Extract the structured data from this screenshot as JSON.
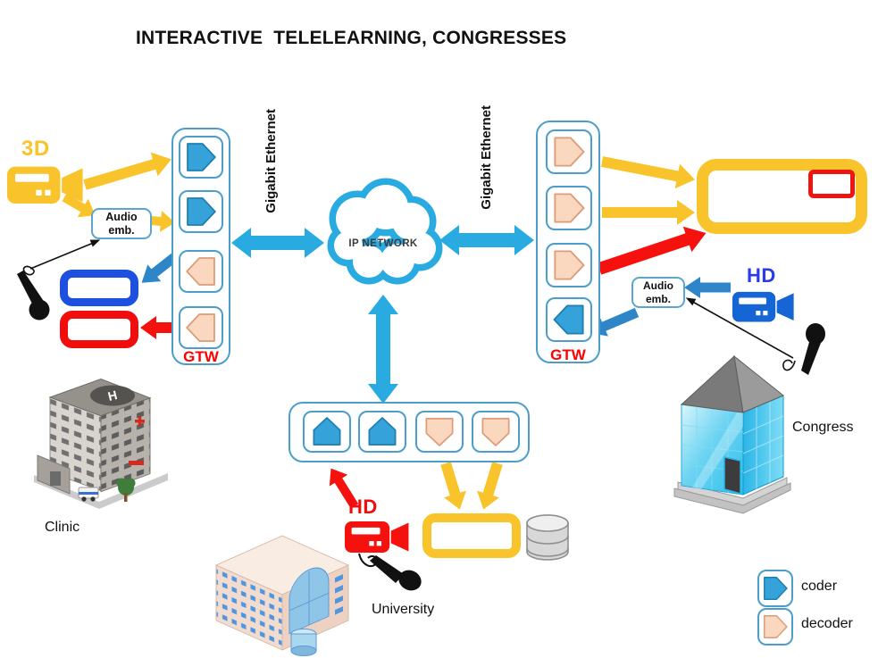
{
  "title": "INTERACTIVE  TELELEARNING, CONGRESSES",
  "network": {
    "cloud_label": "IP NETWORK",
    "gigabit_left": "Gigabit Ethernet",
    "gigabit_right": "Gigabit Ethernet"
  },
  "gateways": {
    "left_label": "GTW",
    "right_label": "GTW"
  },
  "audio": {
    "left_label": "Audio emb.",
    "right_label": "Audio emb."
  },
  "cameras": {
    "camera_3d_label": "3D",
    "camera_hd_right_label": "HD",
    "camera_hd_bottom_label": "HD"
  },
  "sites": {
    "clinic": "Clinic",
    "university": "University",
    "congress": "Congress",
    "clinic_helipad": "H"
  },
  "legend": {
    "coder": "coder",
    "decoder": "decoder"
  },
  "colors": {
    "yellow": "#F9C32C",
    "cyan": "#29ABE2",
    "steel_blue": "#2E86C8",
    "red": "#F5120E",
    "display_blue": "#1D4FE0",
    "camera_blue": "#1565D4",
    "hd_text_blue": "#2A3BE8",
    "coder_fill": "#35A2DA",
    "decoder_fill": "#FAD8BF",
    "gateway_border": "#4C9EC9",
    "gtw_label_red": "#FF0000",
    "text": "#1A1A1A"
  }
}
